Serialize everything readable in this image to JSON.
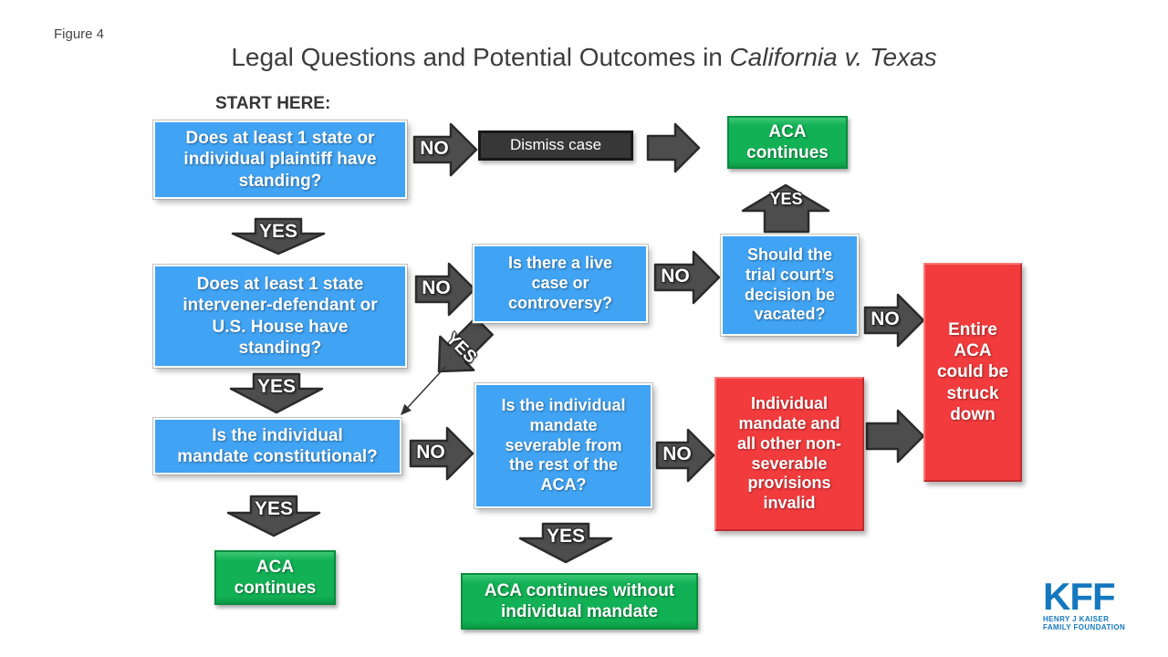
{
  "figure_label": "Figure 4",
  "title": {
    "prefix": "Legal Questions and Potential Outcomes in",
    "case_name": "California v. Texas"
  },
  "start_here": "START HERE:",
  "labels": {
    "yes": "YES",
    "no": "NO"
  },
  "nodes": {
    "standing_plaintiff": {
      "type": "question",
      "text": "Does at least 1 state or\nindividual plaintiff have\nstanding?"
    },
    "dismiss_case": {
      "type": "action",
      "text": "Dismiss case"
    },
    "aca_continues_top": {
      "type": "outcome-positive",
      "text": "ACA\ncontinues"
    },
    "standing_defendant": {
      "type": "question",
      "text": "Does at least 1 state\nintervener-defendant or\nU.S. House have\nstanding?"
    },
    "live_case": {
      "type": "question",
      "text": "Is there a live\ncase or\ncontroversy?"
    },
    "vacated": {
      "type": "question",
      "text": "Should the\ntrial court’s\ndecision be\nvacated?"
    },
    "entire_aca_struck": {
      "type": "outcome-negative",
      "text": "Entire\nACA\ncould be\nstruck\ndown"
    },
    "mandate_constitutional": {
      "type": "question",
      "text": "Is the individual\nmandate constitutional?"
    },
    "mandate_severable": {
      "type": "question",
      "text": "Is the individual\nmandate\nseverable from\nthe rest of the\nACA?"
    },
    "mandate_invalid": {
      "type": "outcome-negative",
      "text": "Individual\nmandate and\nall other non-\nseverable\nprovisions\ninvalid"
    },
    "aca_continues_bottom": {
      "type": "outcome-positive",
      "text": "ACA\ncontinues"
    },
    "aca_continues_without": {
      "type": "outcome-positive",
      "text": "ACA continues without\nindividual mandate"
    }
  },
  "logo": {
    "name": "KFF",
    "line1": "HENRY J KAISER",
    "line2": "FAMILY FOUNDATION"
  },
  "colors": {
    "question_blue": "#41a3f3",
    "outcome_green": "#12b155",
    "outcome_red": "#f23b3d",
    "arrow_gray": "#4d4d4d",
    "action_black": "#373737",
    "brand_blue": "#1478bf"
  }
}
